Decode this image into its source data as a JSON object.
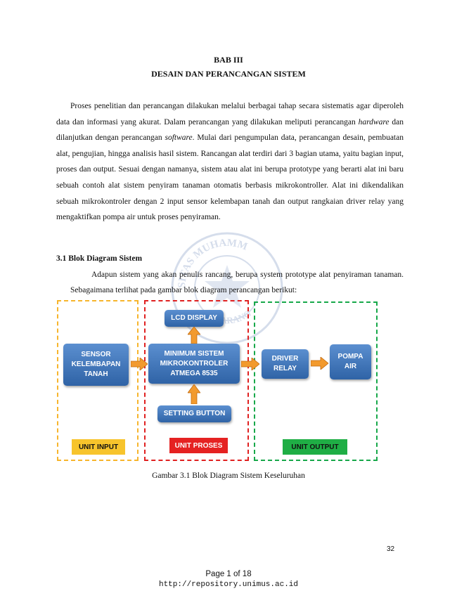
{
  "chapter": {
    "number": "BAB III",
    "title": "DESAIN DAN PERANCANGAN SISTEM"
  },
  "intro": {
    "part1": "Proses penelitian dan perancangan dilakukan melalui berbagai tahap secara sistematis agar diperoleh data dan informasi yang akurat. Dalam perancangan yang dilakukan meliputi perancangan ",
    "em1": "hardware",
    "part2": " dan dilanjutkan dengan perancangan ",
    "em2": "software",
    "part3": ". Mulai dari pengumpulan data, perancangan desain, pembuatan alat, pengujian, hingga analisis hasil sistem. Rancangan alat terdiri dari 3 bagian utama, yaitu bagian input, proses dan output. Sesuai dengan namanya, sistem atau alat ini berupa prototype yang berarti alat ini baru sebuah contoh alat sistem penyiram tanaman otomatis berbasis mikrokontroller. Alat ini dikendalikan sebuah mikrokontroler dengan 2 input sensor kelembapan tanah dan output rangkaian driver relay yang mengaktifkan pompa air untuk proses penyiraman."
  },
  "section": {
    "title": "3.1 Blok Diagram Sistem",
    "text": "Adapun sistem yang akan penulis rancang, berupa system prototype alat penyiraman tanaman. Sebagaimana terlihat pada gambar blok diagram perancangan berikut:"
  },
  "diagram": {
    "blocks": {
      "sensor": "SENSOR\nKELEMBAPAN\nTANAH",
      "lcd": "LCD DISPLAY",
      "mcu": "MINIMUM SISTEM\nMIKROKONTROLER\nATMEGA 8535",
      "setting": "SETTING BUTTON",
      "driver": "DRIVER\nRELAY",
      "pompa": "POMPA\nAIR"
    },
    "units": {
      "input": "UNIT INPUT",
      "proses": "UNIT PROSES",
      "output": "UNIT OUTPUT"
    },
    "colors": {
      "input": "#f7b52c",
      "proses": "#e02020",
      "output": "#17a84a",
      "block": "#3a6fb5",
      "arrow": "#f29a2e"
    }
  },
  "caption": "Gambar 3.1 Blok Diagram Sistem Keseluruhan",
  "page_number": "32",
  "footer": {
    "page": "Page 1 of 18",
    "url": "http://repository.unimus.ac.id"
  },
  "watermark": {
    "top_text": "SITAS MUHAMM",
    "bottom_text": "SEMARANG"
  }
}
